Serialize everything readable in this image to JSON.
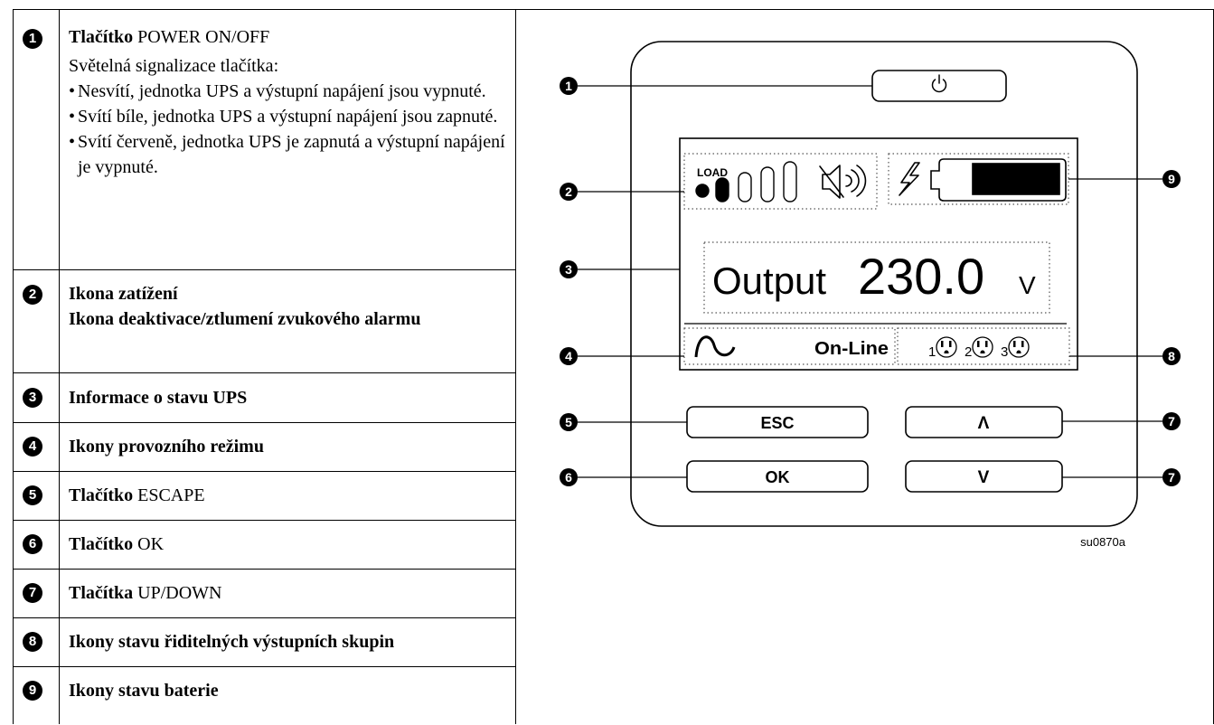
{
  "legend": [
    {
      "num": "1",
      "bold": "Tlačítko",
      "normal": "POWER ON/OFF",
      "intro": "Světelná signalizace tlačítka:",
      "bullets": [
        "Nesvítí, jednotka UPS a výstupní napájení jsou vypnuté.",
        "Svítí bíle, jednotka UPS a výstupní napájení jsou zapnuté.",
        "Svítí červeně, jednotka UPS je zapnutá a výstupní napájení je vypnuté."
      ]
    },
    {
      "num": "2",
      "line1": "Ikona zatížení",
      "line2": "Ikona deaktivace/ztlumení zvukového alarmu"
    },
    {
      "num": "3",
      "bold": "Informace o stavu UPS"
    },
    {
      "num": "4",
      "bold": "Ikony provozního režimu"
    },
    {
      "num": "5",
      "bold": "Tlačítko",
      "normal": "ESCAPE"
    },
    {
      "num": "6",
      "bold": "Tlačítko",
      "normal": "OK"
    },
    {
      "num": "7",
      "bold": "Tlačítka",
      "normal": "UP/DOWN"
    },
    {
      "num": "8",
      "bold": "Ikony stavu řiditelných výstupních skupin"
    },
    {
      "num": "9",
      "bold": "Ikony stavu baterie"
    }
  ],
  "panel": {
    "load_label": "LOAD",
    "output_label": "Output",
    "output_value": "230.0",
    "output_unit": "V",
    "mode_label": "On-Line",
    "outlet_groups": [
      "1",
      "2",
      "3"
    ],
    "esc_label": "ESC",
    "ok_label": "OK",
    "up_symbol": "Λ",
    "down_symbol": "V",
    "callouts": {
      "c1": "1",
      "c2": "2",
      "c3": "3",
      "c4": "4",
      "c5": "5",
      "c6": "6",
      "c7a": "7",
      "c7b": "7",
      "c8": "8",
      "c9": "9"
    },
    "figure_id": "su0870a"
  }
}
